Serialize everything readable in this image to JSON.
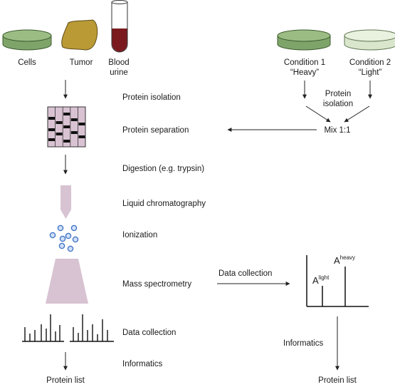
{
  "samples": {
    "cells": "Cells",
    "tumor": "Tumor",
    "blood_line1": "Blood",
    "blood_line2": "urine"
  },
  "conditions": {
    "c1_line1": "Condition 1",
    "c1_line2": "“Heavy”",
    "c2_line1": "Condition 2",
    "c2_line2": "“Light”",
    "protein_isolation_line1": "Protein",
    "protein_isolation_line2": "isolation",
    "mix": "Mix 1:1"
  },
  "steps": {
    "protein_isolation": "Protein isolation",
    "protein_separation": "Protein separation",
    "digestion": "Digestion (e.g. trypsin)",
    "lc": "Liquid chromatography",
    "ionization": "Ionization",
    "ms": "Mass spectrometry",
    "data_collection": "Data collection",
    "informatics": "Informatics"
  },
  "right": {
    "data_collection": "Data collection",
    "a_light": "A",
    "a_light_sup": "light",
    "a_heavy": "A",
    "a_heavy_sup": "heavy",
    "informatics": "Informatics",
    "protein_list": "Protein list"
  },
  "left": {
    "protein_list": "Protein list"
  },
  "colors": {
    "dish_green": "#7fa46a",
    "dish_green_light": "#d9e6cc",
    "tumor": "#b99a35",
    "blood": "#7a1a1f",
    "gel": "#d9c3d3",
    "spray": "#d8c3d2",
    "ion_fill": "#cfe0f7",
    "ion_stroke": "#3d6fc4"
  }
}
